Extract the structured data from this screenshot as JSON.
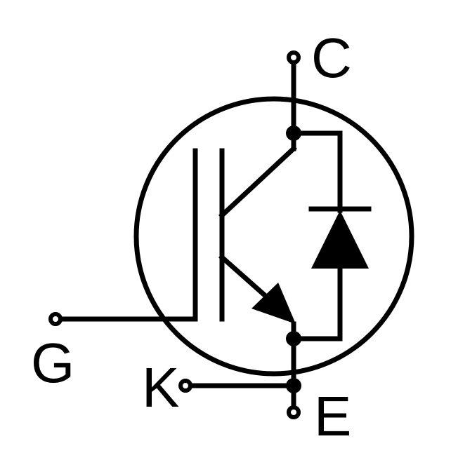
{
  "terminals": {
    "collector": "C",
    "gate": "G",
    "kelvin": "K",
    "emitter": "E"
  },
  "colors": {
    "stroke": "#000000",
    "background": "#ffffff"
  }
}
